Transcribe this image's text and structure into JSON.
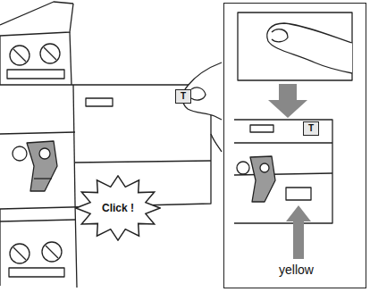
{
  "diagram": {
    "nodes": [
      {
        "text": [
          "T"
        ]
      },
      {
        "text": [
          "Click !"
        ]
      },
      {
        "text": [
          "yellow"
        ]
      },
      {
        "text": [
          "T"
        ],
        "in": 2
      }
    ]
  }
}
